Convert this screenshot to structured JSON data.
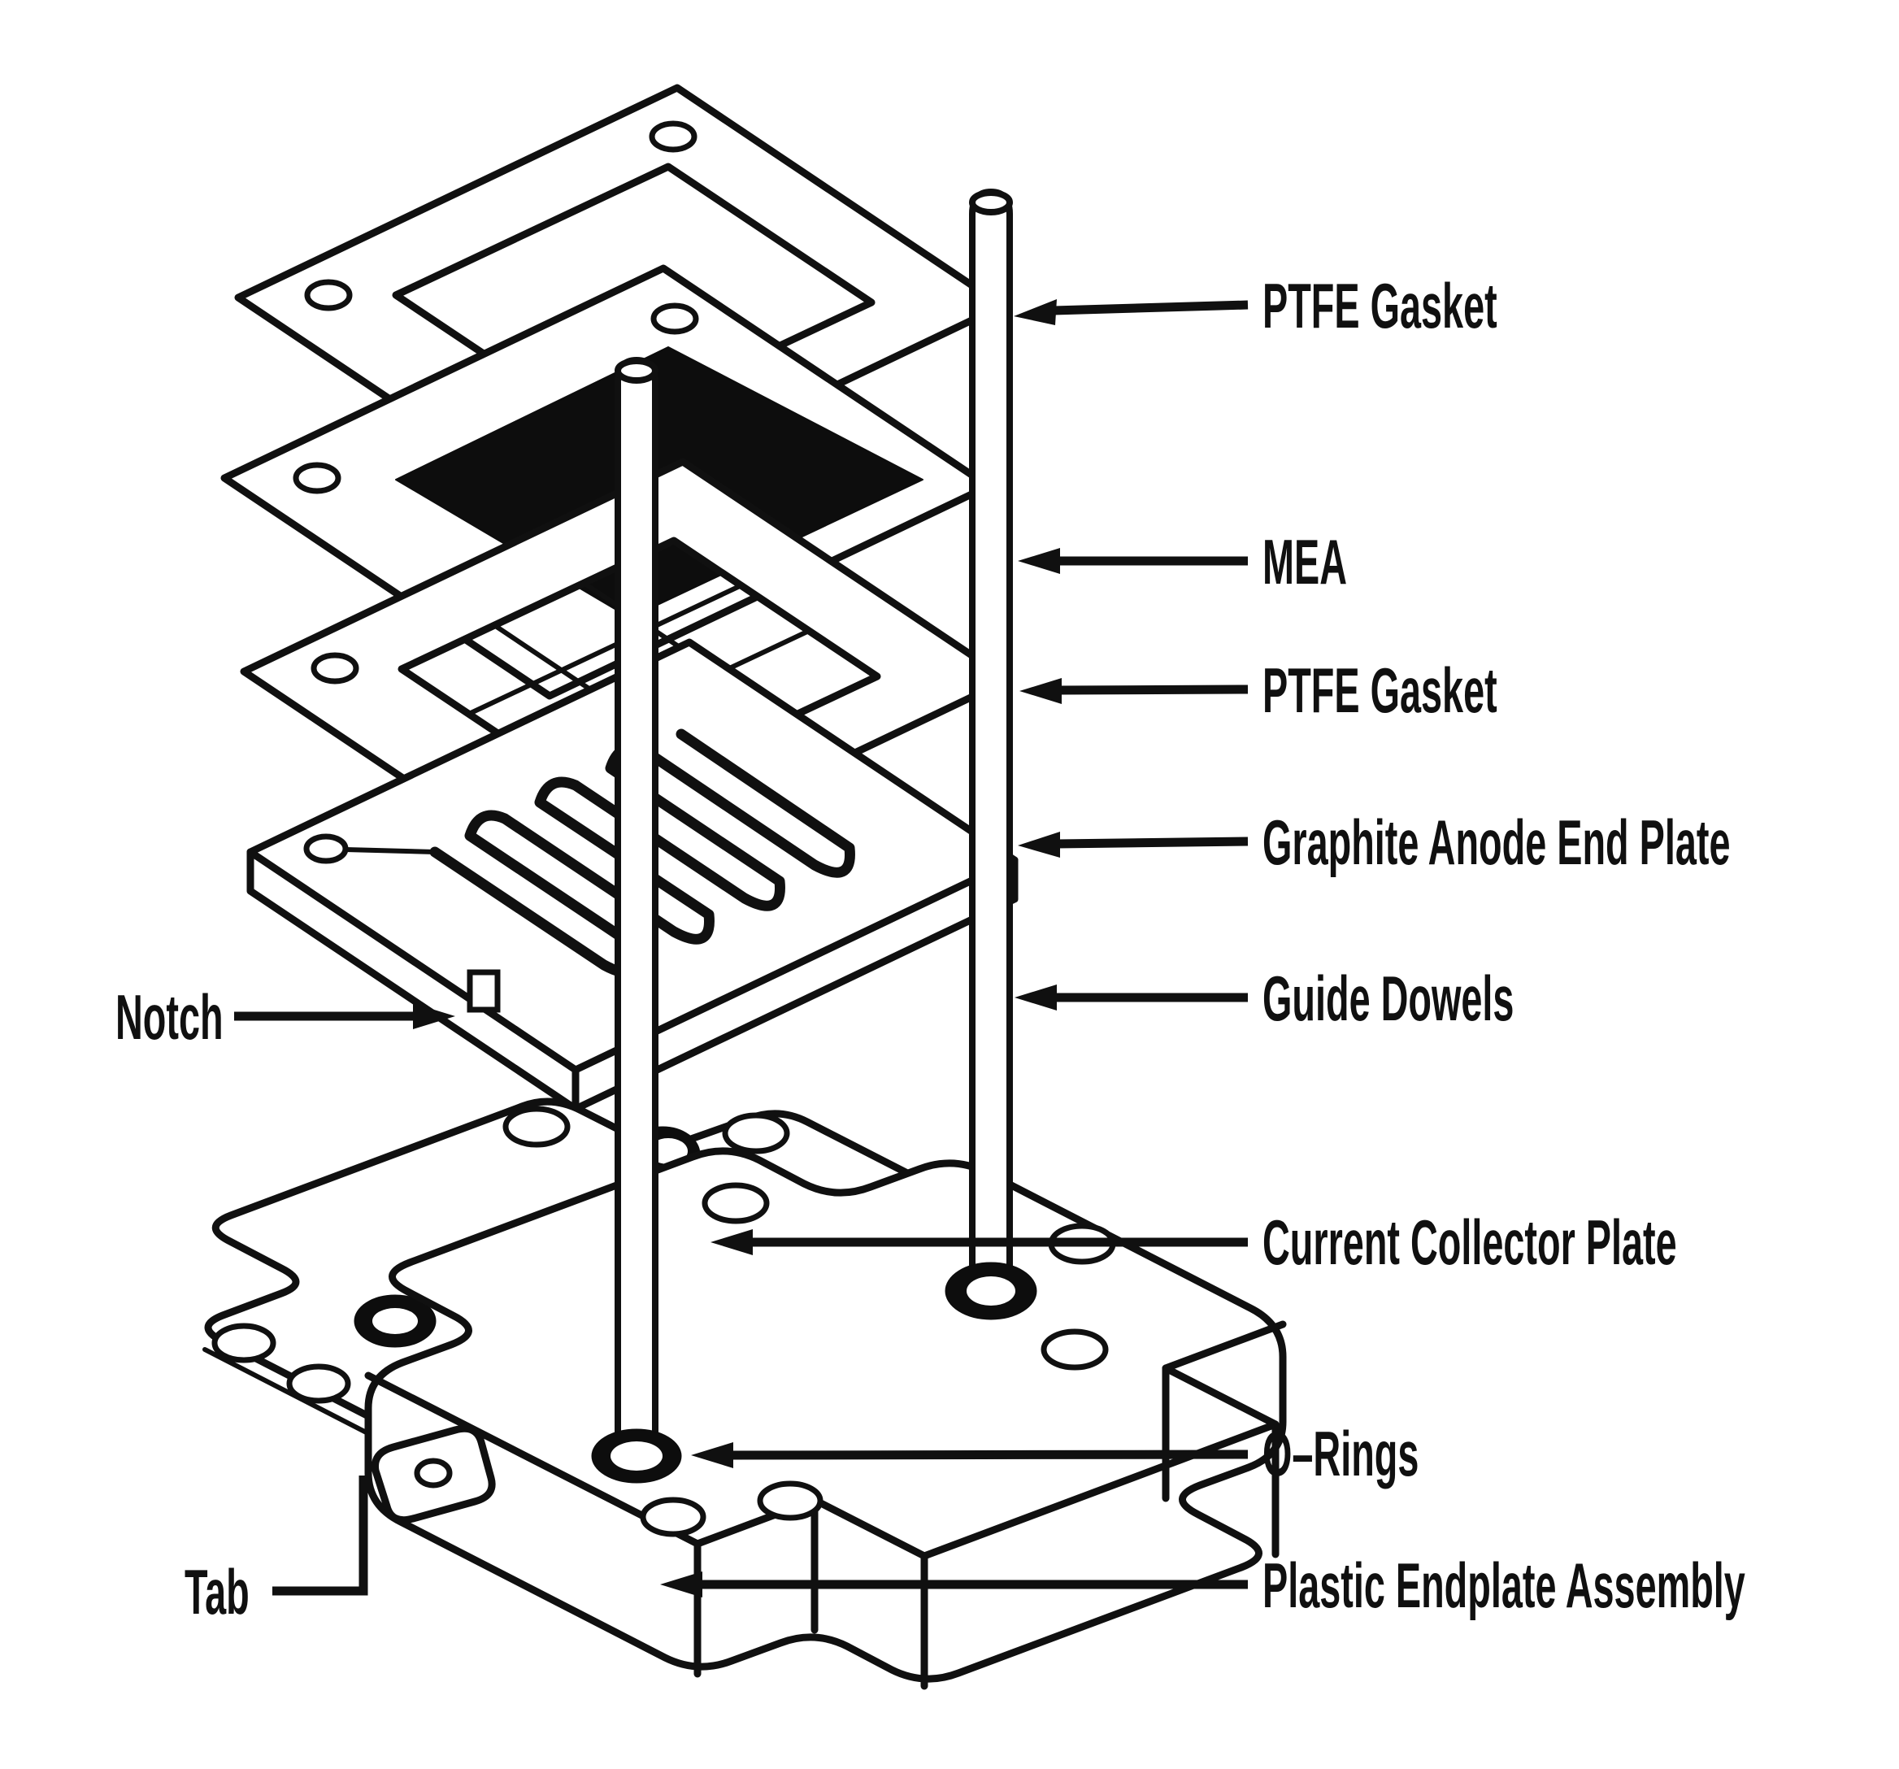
{
  "diagram": {
    "kind": "exploded assembly diagram (fuel cell hardware)",
    "background_color": "#ffffff",
    "line_color": "#101010",
    "mea_fill_color": "#0d0d0d"
  },
  "callouts_right": [
    {
      "label": "PTFE Gasket"
    },
    {
      "label": "MEA"
    },
    {
      "label": "PTFE Gasket"
    },
    {
      "label": "Graphite Anode End Plate"
    },
    {
      "label": "Guide Dowels"
    },
    {
      "label": "Current Collector Plate"
    },
    {
      "label": "O–Rings"
    },
    {
      "label": "Plastic Endplate Assembly"
    }
  ],
  "callouts_left": [
    {
      "label": "Notch"
    },
    {
      "label": "Tab"
    }
  ],
  "parts": [
    "PTFE gasket (top)",
    "MEA with black active area",
    "PTFE gasket (lower)",
    "graphite anode end plate with serpentine flow field",
    "guide dowels (2)",
    "current collector plate",
    "O-rings",
    "plastic endplate assembly",
    "notch",
    "tab"
  ]
}
